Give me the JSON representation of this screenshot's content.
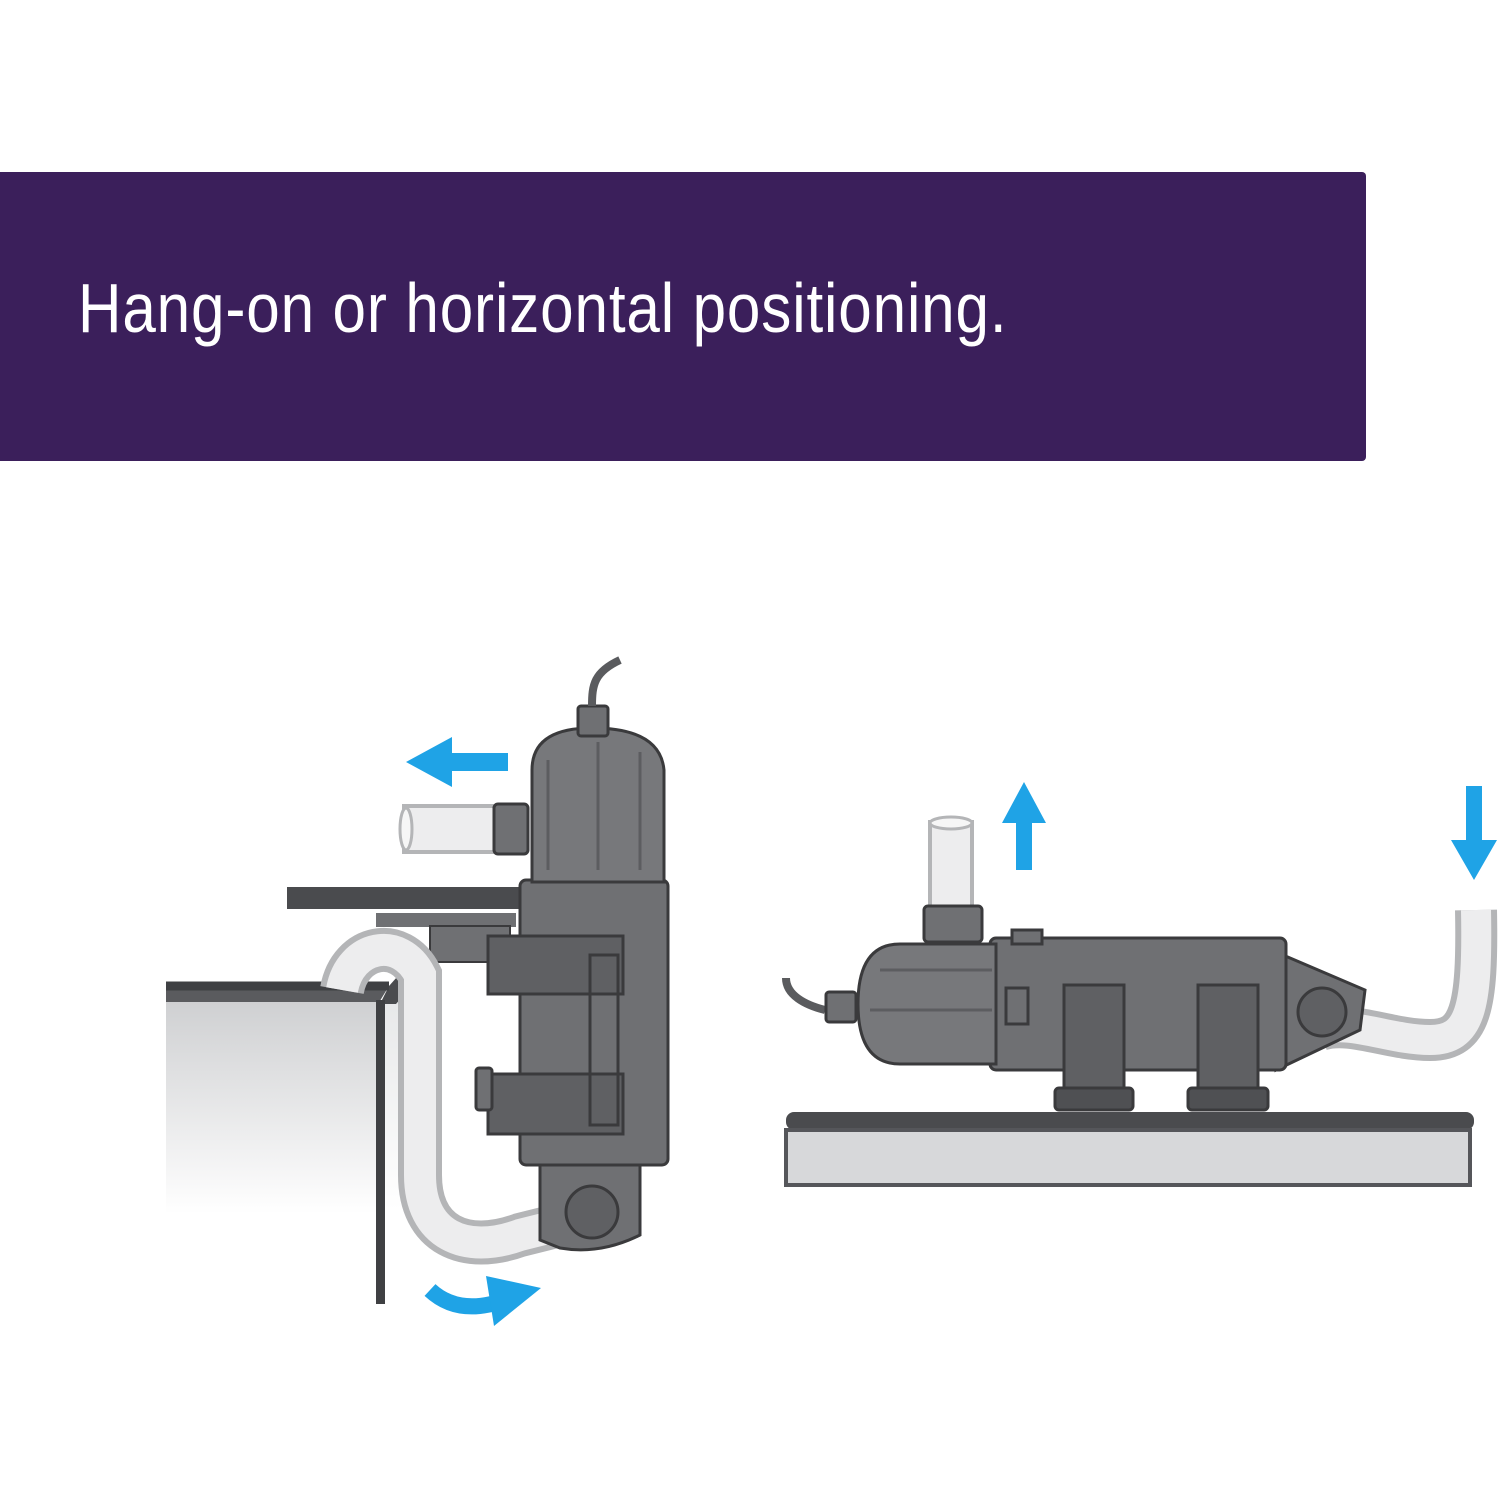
{
  "banner": {
    "text": "Hang-on or horizontal positioning.",
    "background": "#3b1f5b",
    "text_color": "#ffffff"
  },
  "colors": {
    "device_body": "#6f7073",
    "device_outline": "#3a3a3c",
    "surface": "#d7d8da",
    "tank_fill": "#cfd0d2",
    "hose": "#e8e8e9",
    "flow_arrow": "#1fa3e6"
  },
  "illustrations": [
    {
      "name": "hang-on-mount",
      "arrows": [
        "left",
        "down-right"
      ]
    },
    {
      "name": "horizontal-mount",
      "arrows": [
        "up",
        "down"
      ]
    }
  ]
}
